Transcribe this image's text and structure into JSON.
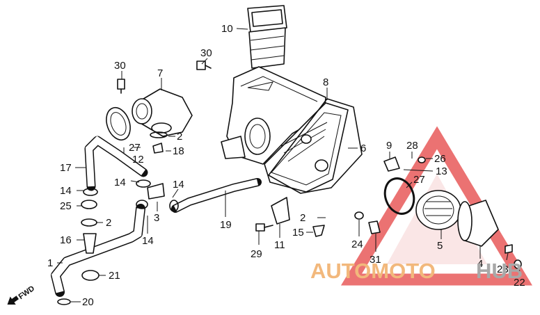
{
  "diagram": {
    "type": "exploded parts diagram",
    "direction_label": "FWD",
    "callouts": [
      "1",
      "2",
      "2",
      "2",
      "3",
      "4",
      "5",
      "6",
      "7",
      "8",
      "9",
      "10",
      "11",
      "12",
      "13",
      "14",
      "14",
      "14",
      "14",
      "15",
      "16",
      "17",
      "18",
      "19",
      "20",
      "21",
      "22",
      "23",
      "24",
      "25",
      "26",
      "27",
      "27",
      "28",
      "29",
      "30",
      "30",
      "31"
    ]
  },
  "watermark": {
    "text_part1": "AUTOMOTO",
    "text_part2": "HUB",
    "color_part1": "#f2b87c",
    "color_part2": "#a8a8a8",
    "triangle_color": "#e85a5a"
  }
}
